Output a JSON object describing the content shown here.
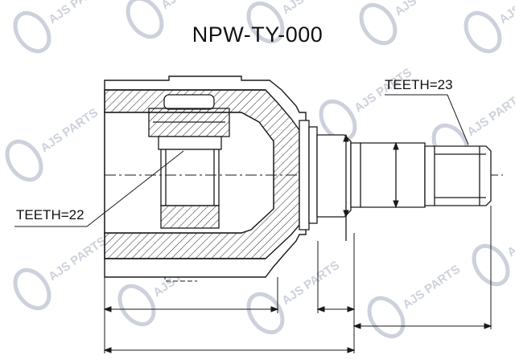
{
  "drawing": {
    "part_number": "NPW-TY-000",
    "callouts": [
      {
        "id": "inner",
        "label": "TEETH=22"
      },
      {
        "id": "outer",
        "label": "TEETH=23"
      }
    ]
  },
  "watermark": {
    "brand_text": "AJS PARTS",
    "color": "#c5c9d6"
  },
  "colors": {
    "line": "#1a1a1a",
    "hatch": "#333333"
  }
}
